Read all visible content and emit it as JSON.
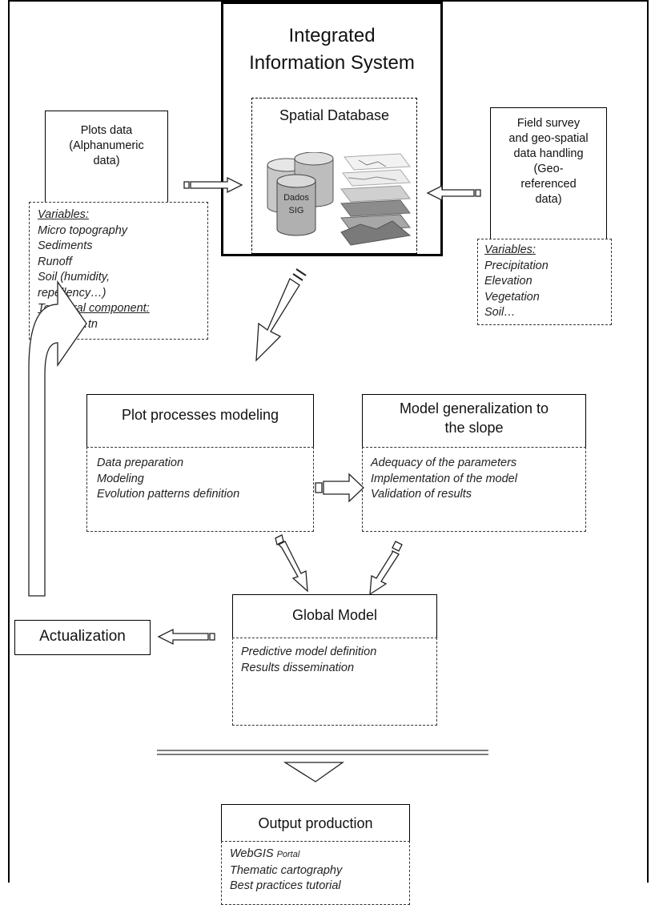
{
  "iis": {
    "line1": "Integrated",
    "line2": "Information System"
  },
  "spatial_db": {
    "title": "Spatial Database",
    "cylinder_label_1": "Dados",
    "cylinder_label_2": "SIG"
  },
  "plots": {
    "title_lines": [
      "Plots data",
      "(Alphanumeric",
      "data)"
    ],
    "variables_heading": "Variables:",
    "variables": [
      "Micro topography",
      "Sediments",
      "Runoff",
      "Soil (humidity,",
      "repellency…)"
    ],
    "temporal_heading": "Temporal component:",
    "temporal_value": "t1;t2;t3;…tn"
  },
  "field": {
    "title_lines": [
      "Field survey",
      "and geo-spatial",
      "data handling",
      "(Geo-",
      "referenced",
      "data)"
    ],
    "variables_heading": "Variables:",
    "variables": [
      "Precipitation",
      "Elevation",
      "Vegetation",
      "Soil…"
    ]
  },
  "plot_model": {
    "title": "Plot processes modeling",
    "items": [
      "Data preparation",
      "Modeling",
      "Evolution patterns definition"
    ]
  },
  "generalization": {
    "title_line1": "Model generalization to",
    "title_line2": "the slope",
    "items": [
      "Adequacy of the parameters",
      "Implementation of the model",
      "Validation of results"
    ]
  },
  "global_model": {
    "title": "Global Model",
    "items": [
      "Predictive model definition",
      "Results dissemination"
    ]
  },
  "actualization": {
    "label": "Actualization"
  },
  "output": {
    "title": "Output production",
    "item1_main": "WebGIS",
    "item1_small": "Portal",
    "items": [
      "Thematic cartography",
      "Best practices tutorial"
    ]
  }
}
